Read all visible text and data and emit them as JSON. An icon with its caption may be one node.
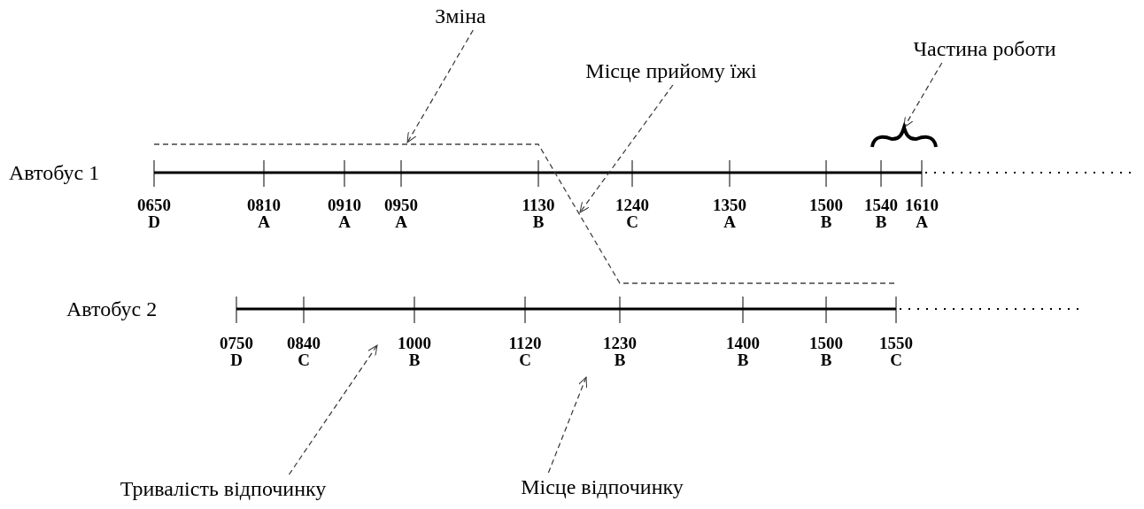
{
  "diagram": {
    "nodes": [
      {
        "text": [
          "Зміна"
        ]
      },
      {
        "text": [
          "Частина роботи"
        ]
      },
      {
        "text": [
          "Місце прийому їжі"
        ]
      },
      {
        "text": [],
        "shape": "line"
      },
      {
        "text": [],
        "shape": "brace"
      },
      {
        "text": [
          "Тривалість відпочинку"
        ]
      },
      {
        "text": [
          "Місце відпочинку"
        ]
      }
    ],
    "edges": [
      {
        "from": 0,
        "to": 3,
        "arrow": "to",
        "style": "dashed"
      },
      {
        "from": 1,
        "to": 4,
        "arrow": "to",
        "style": "dashed"
      },
      {
        "from": 2,
        "to": 3,
        "arrow": "to",
        "style": "dashed"
      },
      {
        "from": 5,
        "to": null,
        "arrow": "to",
        "style": "dashed"
      },
      {
        "from": 6,
        "to": null,
        "arrow": "to",
        "style": "dashed"
      }
    ],
    "labels": [
      "Автобус 1",
      "0650 D",
      "0810 A",
      "0910 A",
      "0950 A",
      "1130 B",
      "1240 C",
      "1350 A",
      "1500 B",
      "1540 B",
      "1610 A",
      "Автобус 2",
      "0750 D",
      "0840 C",
      "1000 B",
      "1120 C",
      "1230 B",
      "1400 B",
      "1500 B",
      "1550 C"
    ]
  }
}
